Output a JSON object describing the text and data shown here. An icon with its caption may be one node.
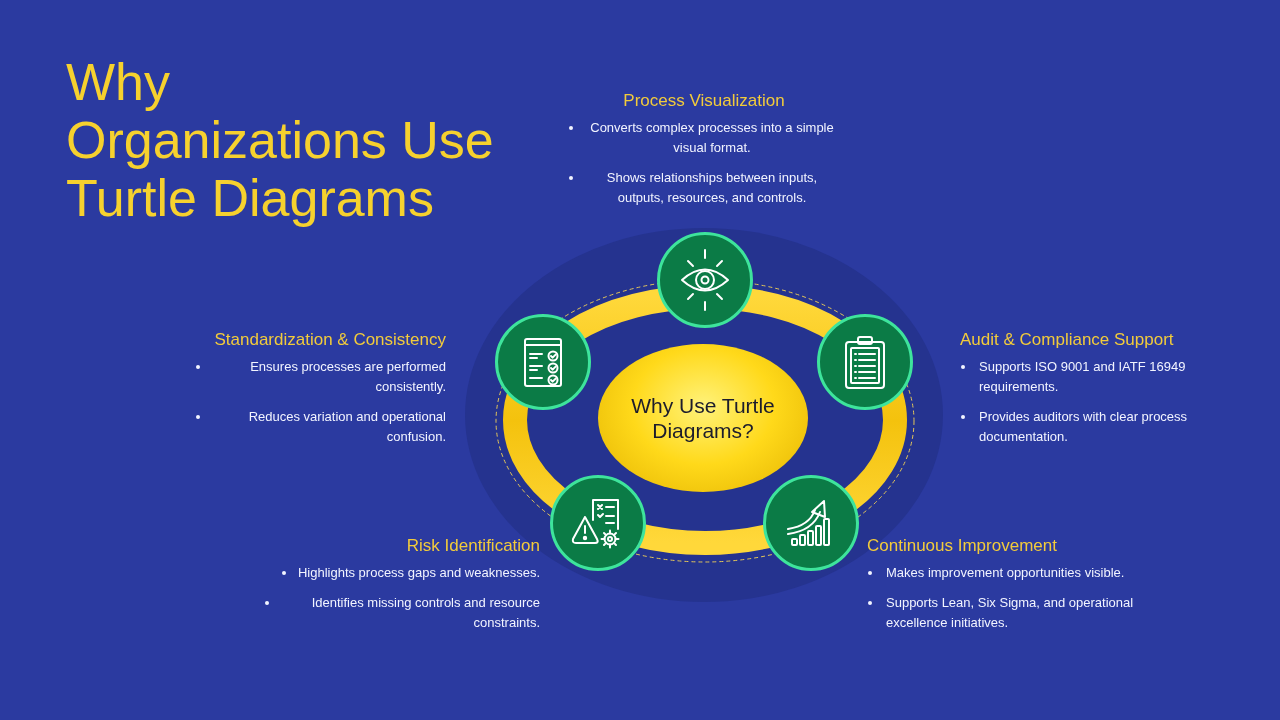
{
  "diagram": {
    "title": "Why Organizations Use Turtle Diagrams",
    "nodes": [
      {
        "text": [],
        "shape": "circle",
        "beside": [
          "Process Visualization",
          "Converts complex processes into a simple visual format.",
          "Shows relationships between inputs, outputs, resources, and controls."
        ]
      },
      {
        "text": [],
        "shape": "circle",
        "beside": [
          "Standardization & Consistency",
          "Ensures processes are performed consistently.",
          "Reduces variation and operational confusion."
        ]
      },
      {
        "text": [],
        "shape": "circle",
        "beside": [
          "Audit & Compliance Support",
          "Supports ISO 9001 and IATF 16949 requirements.",
          "Provides auditors with clear process documentation."
        ]
      },
      {
        "text": [
          "Why Use Turtle Diagrams?"
        ]
      },
      {
        "text": [],
        "shape": "circle",
        "beside": [
          "Risk Identification",
          "Highlights process gaps and weaknesses.",
          "Identifies missing controls and resource constraints."
        ]
      },
      {
        "text": [],
        "shape": "circle",
        "beside": [
          "Continuous Improvement",
          "Makes improvement opportunities visible.",
          "Supports Lean, Six Sigma, and operational excellence initiatives."
        ]
      }
    ]
  }
}
